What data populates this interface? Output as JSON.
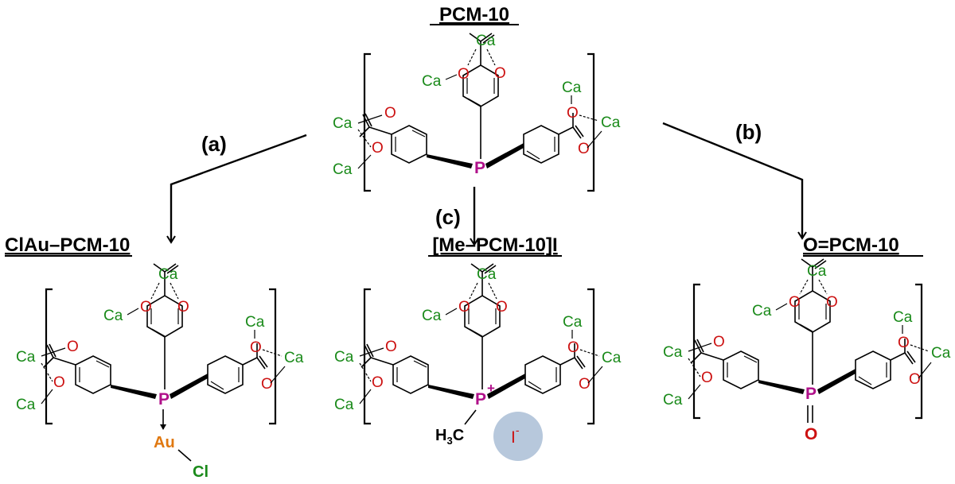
{
  "titles": {
    "top": "PCM-10",
    "left": "ClAu–PCM-10",
    "middle": "[Me–PCM-10]I",
    "right": "O=PCM-10"
  },
  "steps": {
    "a": "(a)",
    "b": "(b)",
    "c": "(c)"
  },
  "atoms": {
    "calcium": "Ca",
    "oxygen": "O",
    "phosphorus": "P",
    "plus": "+",
    "gold": "Au",
    "chlorine": "Cl",
    "oxo": "O",
    "methyl": "H",
    "methyl_sub": "3",
    "methyl_c": "C",
    "iodide": "I",
    "iodide_charge": "-"
  },
  "colors": {
    "calcium": "#1a8a1a",
    "oxygen": "#cc1111",
    "phosphorus": "#b0108a",
    "gold": "#e07810",
    "iodide_bubble": "#b7c8dc"
  }
}
